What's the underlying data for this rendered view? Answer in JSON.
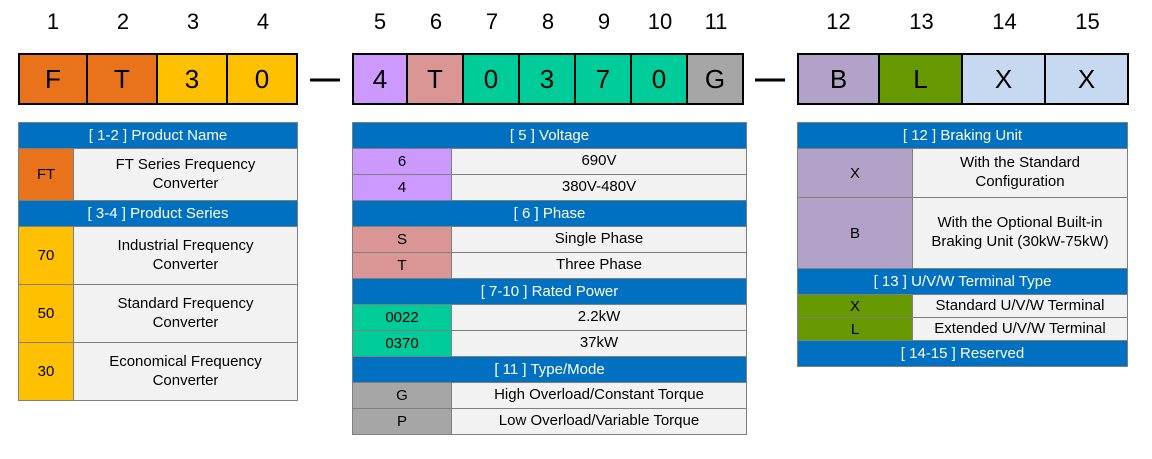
{
  "code": {
    "separator": "—",
    "groups": [
      {
        "cells": [
          {
            "num": "1",
            "char": "F",
            "bg": "#E8731A"
          },
          {
            "num": "2",
            "char": "T",
            "bg": "#E8731A"
          },
          {
            "num": "3",
            "char": "3",
            "bg": "#FFC000"
          },
          {
            "num": "4",
            "char": "0",
            "bg": "#FFC000"
          }
        ]
      },
      {
        "cells": [
          {
            "num": "5",
            "char": "4",
            "bg": "#CC99FF"
          },
          {
            "num": "6",
            "char": "T",
            "bg": "#D99694"
          },
          {
            "num": "7",
            "char": "0",
            "bg": "#00CC99"
          },
          {
            "num": "8",
            "char": "3",
            "bg": "#00CC99"
          },
          {
            "num": "9",
            "char": "7",
            "bg": "#00CC99"
          },
          {
            "num": "10",
            "char": "0",
            "bg": "#00CC99"
          },
          {
            "num": "11",
            "char": "G",
            "bg": "#A6A6A6"
          }
        ]
      },
      {
        "cells": [
          {
            "num": "12",
            "char": "B",
            "bg": "#B3A2C7"
          },
          {
            "num": "13",
            "char": "L",
            "bg": "#669900"
          },
          {
            "num": "14",
            "char": "X",
            "bg": "#C6D9F1"
          },
          {
            "num": "15",
            "char": "X",
            "bg": "#C6D9F1"
          }
        ]
      }
    ]
  },
  "tables": {
    "left": {
      "sections": [
        {
          "title": "[ 1-2 ] Product Name",
          "rows": [
            {
              "key": "FT",
              "bg": "#E8731A",
              "desc": "FT Series Frequency Converter"
            }
          ]
        },
        {
          "title": "[ 3-4 ] Product Series",
          "rows": [
            {
              "key": "70",
              "bg": "#FFC000",
              "desc": "Industrial Frequency Converter"
            },
            {
              "key": "50",
              "bg": "#FFC000",
              "desc": "Standard Frequency Converter"
            },
            {
              "key": "30",
              "bg": "#FFC000",
              "desc": "Economical Frequency Converter"
            }
          ]
        }
      ]
    },
    "middle": {
      "sections": [
        {
          "title": "[ 5 ] Voltage",
          "rows": [
            {
              "key": "6",
              "bg": "#CC99FF",
              "desc": "690V"
            },
            {
              "key": "4",
              "bg": "#CC99FF",
              "desc": "380V-480V"
            }
          ]
        },
        {
          "title": "[ 6 ] Phase",
          "rows": [
            {
              "key": "S",
              "bg": "#D99694",
              "desc": "Single Phase"
            },
            {
              "key": "T",
              "bg": "#D99694",
              "desc": "Three Phase"
            }
          ]
        },
        {
          "title": "[ 7-10 ] Rated Power",
          "rows": [
            {
              "key": "0022",
              "bg": "#00CC99",
              "desc": "2.2kW"
            },
            {
              "key": "0370",
              "bg": "#00CC99",
              "desc": "37kW"
            }
          ]
        },
        {
          "title": "[ 11 ] Type/Mode",
          "rows": [
            {
              "key": "G",
              "bg": "#A6A6A6",
              "desc": "High Overload/Constant Torque"
            },
            {
              "key": "P",
              "bg": "#A6A6A6",
              "desc": "Low Overload/Variable Torque"
            }
          ]
        }
      ]
    },
    "right": {
      "sections": [
        {
          "title": "[ 12 ] Braking Unit",
          "rows": [
            {
              "key": "X",
              "bg": "#B3A2C7",
              "desc": "With the Standard Configuration"
            },
            {
              "key": "B",
              "bg": "#B3A2C7",
              "desc": "With the Optional Built-in Braking Unit (30kW-75kW)"
            }
          ]
        },
        {
          "title": "[ 13 ] U/V/W Terminal Type",
          "rows": [
            {
              "key": "X",
              "bg": "#669900",
              "desc": "Standard U/V/W Terminal"
            },
            {
              "key": "L",
              "bg": "#669900",
              "desc": "Extended U/V/W Terminal"
            }
          ]
        },
        {
          "title": "[ 14-15 ]  Reserved",
          "rows": []
        }
      ]
    }
  },
  "colors": {
    "header_blue": "#0070C0",
    "row_bg": "#F2F2F2",
    "orange": "#E8731A",
    "yellow": "#FFC000",
    "lavender": "#CC99FF",
    "salmon": "#D99694",
    "teal": "#00CC99",
    "gray": "#A6A6A6",
    "lilac": "#B3A2C7",
    "olive": "#669900",
    "light_blue": "#C6D9F1"
  }
}
